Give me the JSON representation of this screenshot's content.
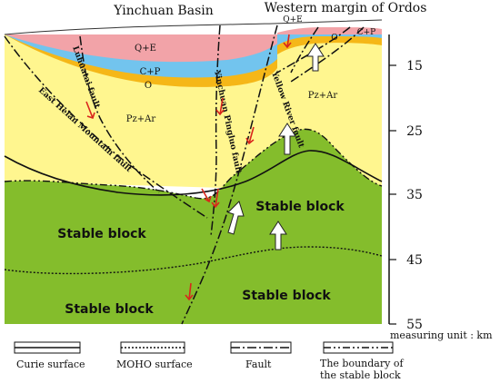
{
  "header": {
    "left": "Yinchuan Basin",
    "right": "Western margin of Ordos"
  },
  "layers": {
    "qe_left": "Q+E",
    "qe_right": "Q+E",
    "cp_left": "C+P",
    "cp_right": "C+P",
    "o_left": "O",
    "o_right": "O",
    "pzar_left": "Pz+Ar",
    "pzar_right": "Pz+Ar"
  },
  "faults": {
    "luhuatai": "Luhuatai fault",
    "helan": "East Helan Mountain fault",
    "pingluo": "Yinchuan Pingluo fault",
    "yellow_river": "Yellow River fault"
  },
  "blocks": {
    "upper_left": "Stable block",
    "upper_right": "Stable block",
    "lower_left": "Stable block",
    "lower_right": "Stable block"
  },
  "depth_axis": {
    "ticks": [
      "15",
      "25",
      "35",
      "45",
      "55"
    ],
    "unit_label": "measuring unit : km"
  },
  "legend": [
    {
      "label": "Curie surface",
      "style": "solid"
    },
    {
      "label": "MOHO surface",
      "style": "dotted"
    },
    {
      "label": "Fault",
      "style": "dash-dot"
    },
    {
      "label": "The boundary of",
      "label2": "the stable block",
      "style": "dash-dot-dot"
    }
  ],
  "colors": {
    "qe": "#f2a3a8",
    "cp": "#72c4ee",
    "o": "#f5b718",
    "pzar": "#fff68f",
    "stable": "#84bd2c",
    "slip_arrow": "#d9261c"
  }
}
